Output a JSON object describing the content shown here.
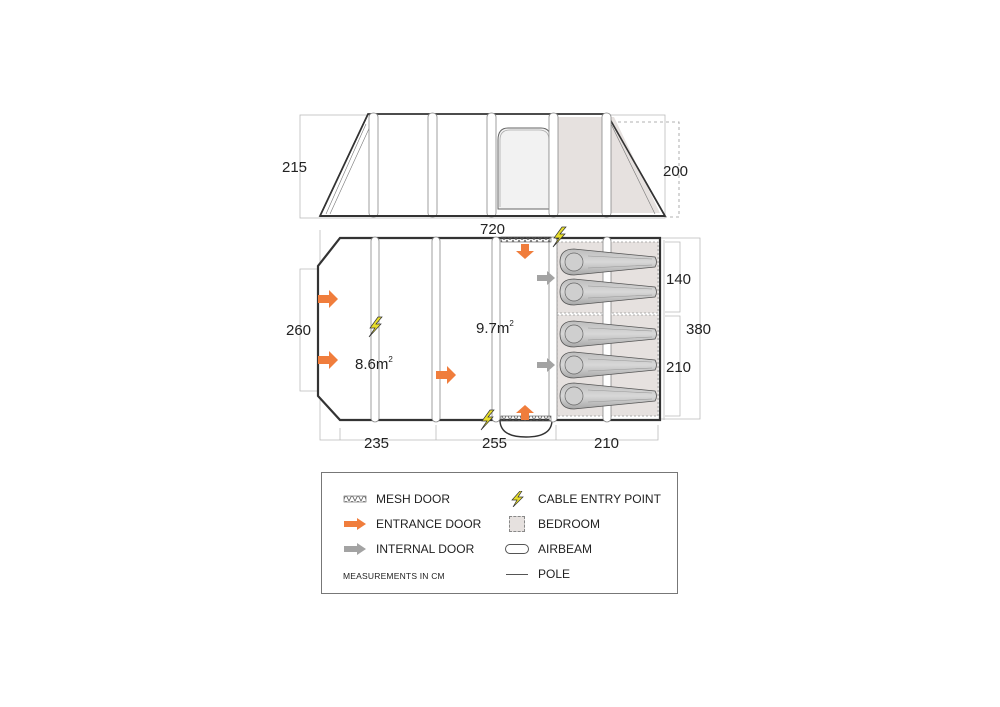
{
  "dimensions": {
    "side_height_left": "215",
    "side_height_right": "200",
    "total_length": "720",
    "front_width": "260",
    "total_width": "380",
    "bedroom_top": "140",
    "bedroom_bottom": "210",
    "section_front": "235",
    "section_middle": "255",
    "section_bedroom": "210"
  },
  "areas": {
    "living": {
      "value": "8.6m",
      "sup": "2"
    },
    "middle": {
      "value": "9.7m",
      "sup": "2"
    }
  },
  "legend": {
    "mesh_door": "MESH DOOR",
    "entrance_door": "ENTRANCE DOOR",
    "internal_door": "INTERNAL DOOR",
    "measurements": "MEASUREMENTS IN CM",
    "cable_entry": "CABLE ENTRY POINT",
    "bedroom": "BEDROOM",
    "airbeam": "AIRBEAM",
    "pole": "POLE"
  },
  "colors": {
    "entrance_arrow": "#f07d3c",
    "internal_arrow": "#a3a3a3",
    "cable_icon": "#e8de2a",
    "bedroom_fill": "#e6e1df",
    "outline": "#333333"
  }
}
